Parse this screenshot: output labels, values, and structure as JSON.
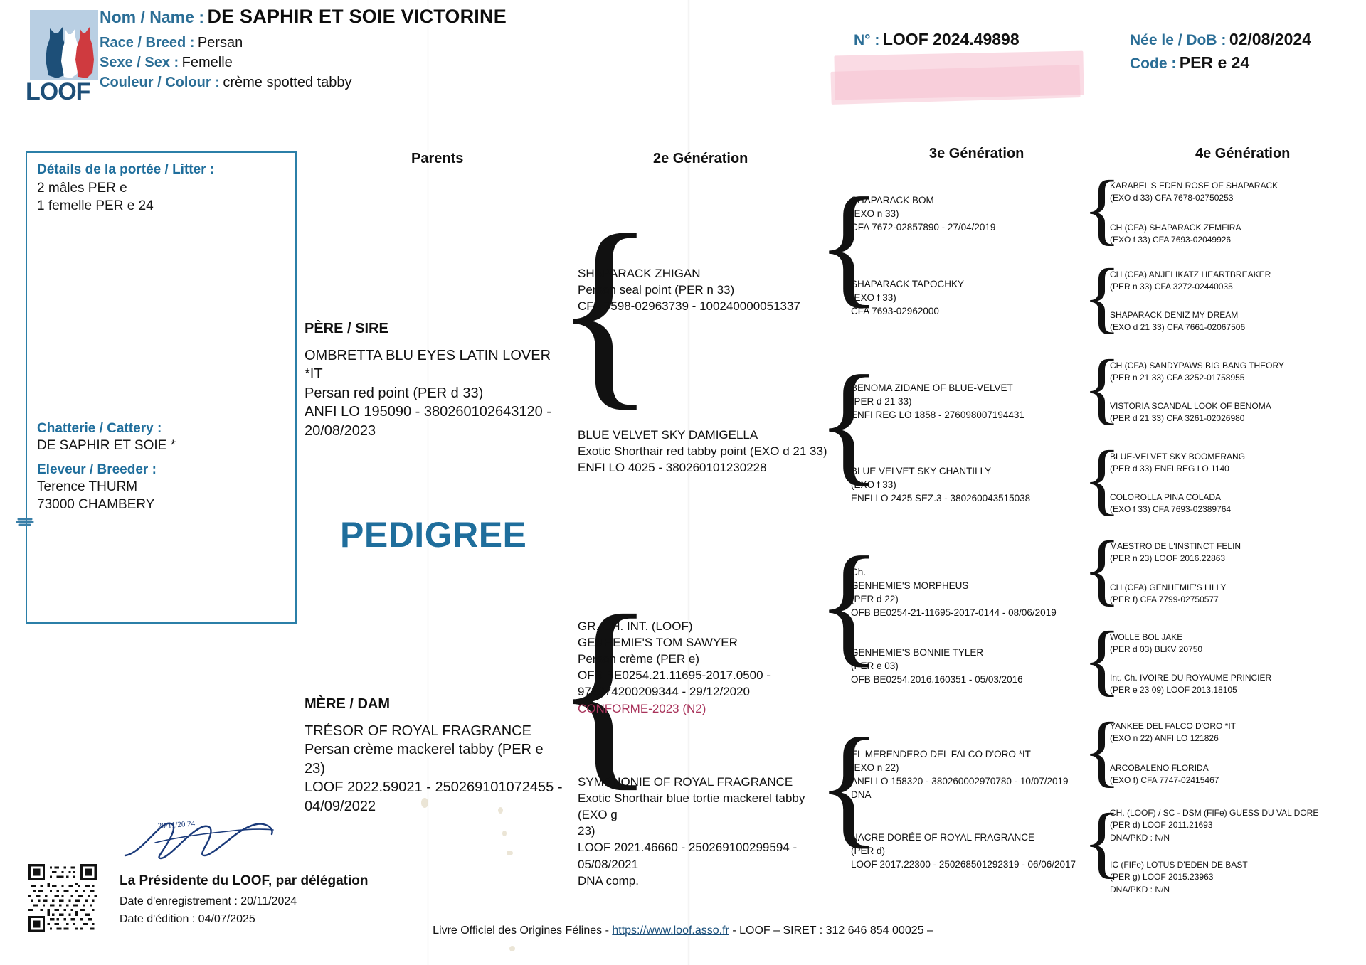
{
  "header": {
    "logo_text": "LOOF",
    "name_label": "Nom / Name :",
    "name_value": "DE SAPHIR ET SOIE VICTORINE",
    "breed_label": "Race / Breed :",
    "breed_value": "Persan",
    "sex_label": "Sexe / Sex :",
    "sex_value": "Femelle",
    "colour_label": "Couleur / Colour :",
    "colour_value": "crème spotted tabby",
    "number_label": "N° :",
    "number_value": "LOOF 2024.49898",
    "dob_label": "Née le / DoB :",
    "dob_value": "02/08/2024",
    "code_label": "Code :",
    "code_value": "PER e 24"
  },
  "litter": {
    "title": "Détails de la portée / Litter :",
    "lines": [
      "2 mâles PER e",
      "1 femelle PER e 24"
    ]
  },
  "cattery": {
    "cattery_label": "Chatterie / Cattery :",
    "cattery_value": "DE SAPHIR ET SOIE *",
    "breeder_label": "Eleveur / Breeder :",
    "breeder_lines": [
      "Terence THURM",
      "73000 CHAMBERY"
    ]
  },
  "pedigree_word": "PEDIGREE",
  "columns": {
    "parents": "Parents",
    "gen2": "2e Génération",
    "gen3": "3e Génération",
    "gen4": "4e Génération"
  },
  "sire": {
    "heading": "PÈRE / SIRE",
    "name": "OMBRETTA BLU EYES LATIN LOVER *IT",
    "colour": "Persan red point  (PER d 33)",
    "reg": "ANFI LO 195090 - 380260102643120 -",
    "date": "20/08/2023"
  },
  "dam": {
    "heading": "MÈRE / DAM",
    "name": "TRÉSOR OF ROYAL FRAGRANCE",
    "colour": "Persan crème mackerel tabby  (PER e 23)",
    "reg": "LOOF 2022.59021 - 250269101072455 -",
    "date": "04/09/2022"
  },
  "gen2": [
    {
      "name": "SHAPARACK ZHIGAN",
      "colour": "Persan seal point  (PER n 33)",
      "reg": "CFA 7598-02963739 - 100240000051337"
    },
    {
      "name": "BLUE VELVET SKY DAMIGELLA",
      "colour": "Exotic Shorthair red tabby point  (EXO d 21 33)",
      "reg": "ENFI LO 4025 - 380260101230228"
    },
    {
      "title": "GR. CH. INT. (LOOF)",
      "name": "GENHEMIE'S TOM SAWYER",
      "colour": "Persan crème  (PER e)",
      "reg": "OFB BE0254.21.11695-2017.0500 -",
      "reg2": "972274200209344 - 29/12/2020",
      "note": "CONFORME-2023 (N2)"
    },
    {
      "name": "SYMPHONIE OF ROYAL FRAGRANCE",
      "colour": "Exotic Shorthair blue tortie mackerel tabby  (EXO g",
      "colour2": "23)",
      "reg": "LOOF 2021.46660 - 250269100299594 -",
      "reg2": "05/08/2021",
      "note": "DNA comp."
    }
  ],
  "gen3": [
    {
      "name": "SHAPARACK BOM",
      "code": "(EXO n 33)",
      "reg": "CFA 7672-02857890 - 27/04/2019"
    },
    {
      "name": "SHAPARACK TAPOCHKY",
      "code": "(EXO f 33)",
      "reg": "CFA 7693-02962000"
    },
    {
      "name": "BENOMA ZIDANE OF BLUE-VELVET",
      "code": "(PER d 21 33)",
      "reg": "ENFI REG LO 1858 - 276098007194431"
    },
    {
      "name": "BLUE VELVET SKY CHANTILLY",
      "code": "(EXO f 33)",
      "reg": "ENFI LO 2425 SEZ.3 - 380260043515038"
    },
    {
      "title": "Ch.",
      "name": "GENHEMIE'S MORPHEUS",
      "code": "(PER d 22)",
      "reg": "OFB BE0254-21-11695-2017-0144 - 08/06/2019"
    },
    {
      "name": "GENHEMIE'S BONNIE TYLER",
      "code": "(PER e 03)",
      "reg": "OFB BE0254.2016.160351 - 05/03/2016"
    },
    {
      "name": "EL MERENDERO DEL FALCO D'ORO *IT",
      "code": "(EXO n 22)",
      "reg": "ANFI LO 158320 - 380260002970780 - 10/07/2019",
      "extra": "DNA"
    },
    {
      "name": "NACRE DORÉE OF ROYAL FRAGRANCE",
      "code": "(PER d)",
      "reg": "LOOF 2017.22300 - 250268501292319 - 06/06/2017"
    }
  ],
  "gen4": [
    {
      "name": "KARABEL'S EDEN ROSE OF SHAPARACK",
      "reg": "(EXO d 33)  CFA 7678-02750253"
    },
    {
      "name": "CH (CFA) SHAPARACK ZEMFIRA",
      "reg": "(EXO f 33)  CFA 7693-02049926"
    },
    {
      "name": "CH (CFA) ANJELIKATZ HEARTBREAKER",
      "reg": "(PER n 33)  CFA 3272-02440035"
    },
    {
      "name": "SHAPARACK DENIZ MY DREAM",
      "reg": "(EXO d 21 33)  CFA 7661-02067506"
    },
    {
      "name": "CH (CFA) SANDYPAWS BIG BANG THEORY",
      "reg": "(PER n 21 33)  CFA 3252-01758955"
    },
    {
      "name": "VISTORIA SCANDAL LOOK OF BENOMA",
      "reg": "(PER d 21 33)  CFA 3261-02026980"
    },
    {
      "name": "BLUE-VELVET SKY BOOMERANG",
      "reg": "(PER d 33)  ENFI REG LO 1140"
    },
    {
      "name": "COLOROLLA PINA COLADA",
      "reg": "(EXO f 33)  CFA 7693-02389764"
    },
    {
      "name": "MAESTRO DE L'INSTINCT FELIN",
      "reg": "(PER n 23)  LOOF 2016.22863"
    },
    {
      "name": "CH (CFA) GENHEMIE'S LILLY",
      "reg": "(PER f)  CFA 7799-02750577"
    },
    {
      "name": "WOLLE BOL JAKE",
      "reg": "(PER d 03)  BLKV 20750"
    },
    {
      "name": "Int. Ch. IVOIRE DU ROYAUME PRINCIER",
      "reg": "(PER e 23 09)  LOOF 2013.18105"
    },
    {
      "name": "YANKEE DEL FALCO D'ORO *IT",
      "reg": "(EXO n 22)  ANFI LO 121826"
    },
    {
      "name": "ARCOBALENO FLORIDA",
      "reg": "(EXO f)  CFA 7747-02415467"
    },
    {
      "name": "CH. (LOOF) / SC - DSM (FIFe) GUESS DU VAL DORE",
      "reg": "(PER d)  LOOF 2011.21693",
      "extra": "DNA/PKD : N/N"
    },
    {
      "name": "IC (FIFe) LOTUS D'EDEN DE BAST",
      "reg": "(PER g)  LOOF 2015.23963",
      "extra": "DNA/PKD : N/N"
    }
  ],
  "footer": {
    "president": "La Présidente du LOOF, par délégation",
    "registration_date": "Date d'enregistrement : 20/11/2024",
    "edition_date": "Date d'édition : 04/07/2025",
    "legal_prefix": "Livre Officiel des Origines Félines - ",
    "legal_url": "https://www.loof.asso.fr",
    "legal_suffix": " - LOOF  –  SIRET : 312 646 854 00025 –"
  },
  "colors": {
    "brand_blue": "#1f6e9c",
    "label_blue": "#2b6e96",
    "box_border": "#2b7fa8",
    "conforme_red": "#a8325a",
    "redaction_pink": "#f8cdda"
  }
}
